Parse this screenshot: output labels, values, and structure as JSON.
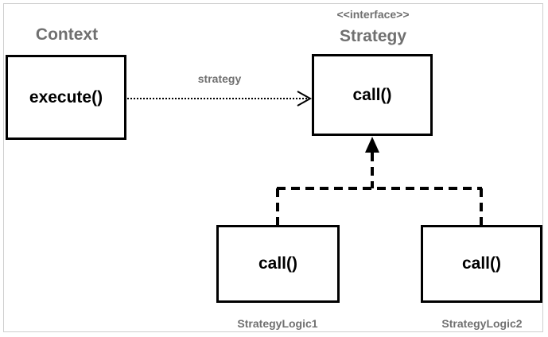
{
  "colors": {
    "stroke": "#000000",
    "muted_text": "#707070",
    "frame_border": "#cfcfcf"
  },
  "context": {
    "title": "Context",
    "method": "execute()"
  },
  "strategy": {
    "stereotype": "<<interface>>",
    "title": "Strategy",
    "method": "call()"
  },
  "association": {
    "label": "strategy"
  },
  "implementations": [
    {
      "name": "StrategyLogic1",
      "method": "call()"
    },
    {
      "name": "StrategyLogic2",
      "method": "call()"
    }
  ]
}
